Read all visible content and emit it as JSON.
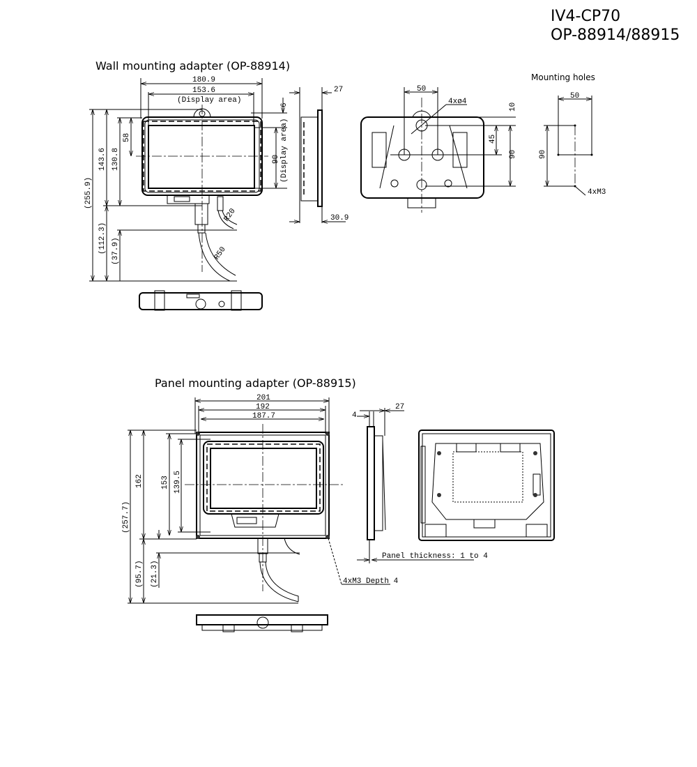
{
  "header": {
    "model": "IV4-CP70",
    "options": "OP-88914/88915"
  },
  "wall": {
    "title": "Wall mounting adapter (OP-88914)",
    "dims": {
      "w_total": "180.9",
      "w_display": "153.6",
      "display_area": "(Display area)",
      "h_display": "90",
      "h_display_label": "(Display area)",
      "top_offset": "6",
      "total_h": "(255.9)",
      "body_h": "143.6",
      "cable_h": "(112.3)",
      "mount_h": "130.8",
      "cable_short": "(37.9)",
      "center_h": "58",
      "radius_small": "R20",
      "radius_large": "R50",
      "depth": "27",
      "depth_total": "30.9"
    },
    "back": {
      "hole_spacing_w": "50",
      "holes": "4xø4",
      "top": "10",
      "mid": "45",
      "hole_spacing_h": "90"
    },
    "mounting_holes": {
      "title": "Mounting holes",
      "w": "50",
      "h": "90",
      "holes": "4xM3"
    }
  },
  "panel": {
    "title": "Panel mounting adapter (OP-88915)",
    "dims": {
      "w_total": "201",
      "w_mid": "192",
      "w_inner": "187.7",
      "total_h": "(257.7)",
      "h_total": "162",
      "h_cutout": "153",
      "h_inner": "139.5",
      "cable_h": "(95.7)",
      "cable_short": "(21.3)",
      "thickness": "4",
      "depth": "27",
      "panel_thickness": "Panel thickness: 1 to 4",
      "screws": "4xM3 Depth 4"
    }
  }
}
